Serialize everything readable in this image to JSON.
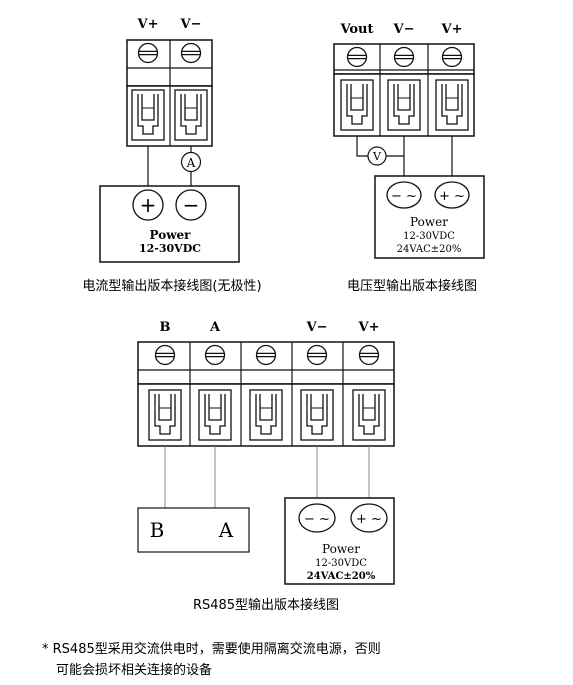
{
  "current_diagram": {
    "terminals": [
      "V+",
      "V−"
    ],
    "meter_symbol": "A",
    "power": {
      "plus": "+",
      "minus": "−",
      "title": "Power",
      "range": "12-30VDC"
    },
    "caption": "电流型输出版本接线图(无极性)"
  },
  "voltage_diagram": {
    "terminals": [
      "Vout",
      "V−",
      "V+"
    ],
    "meter_symbol": "V",
    "power": {
      "minus": "− ~",
      "plus": "+ ~",
      "title": "Power",
      "range": "12-30VDC",
      "ac": "24VAC±20%"
    },
    "caption": "电压型输出版本接线图"
  },
  "rs485_diagram": {
    "terminals": [
      "B",
      "A",
      "",
      "V−",
      "V+"
    ],
    "device": {
      "b": "B",
      "a": "A"
    },
    "power": {
      "minus": "− ~",
      "plus": "+ ~",
      "title": "Power",
      "range": "12-30VDC",
      "ac": "24VAC±20%"
    },
    "caption": "RS485型输出版本接线图"
  },
  "note": {
    "line1": "* RS485型采用交流供电时，需要使用隔离交流电源，否则",
    "line2": "可能会损坏相关连接的设备"
  }
}
